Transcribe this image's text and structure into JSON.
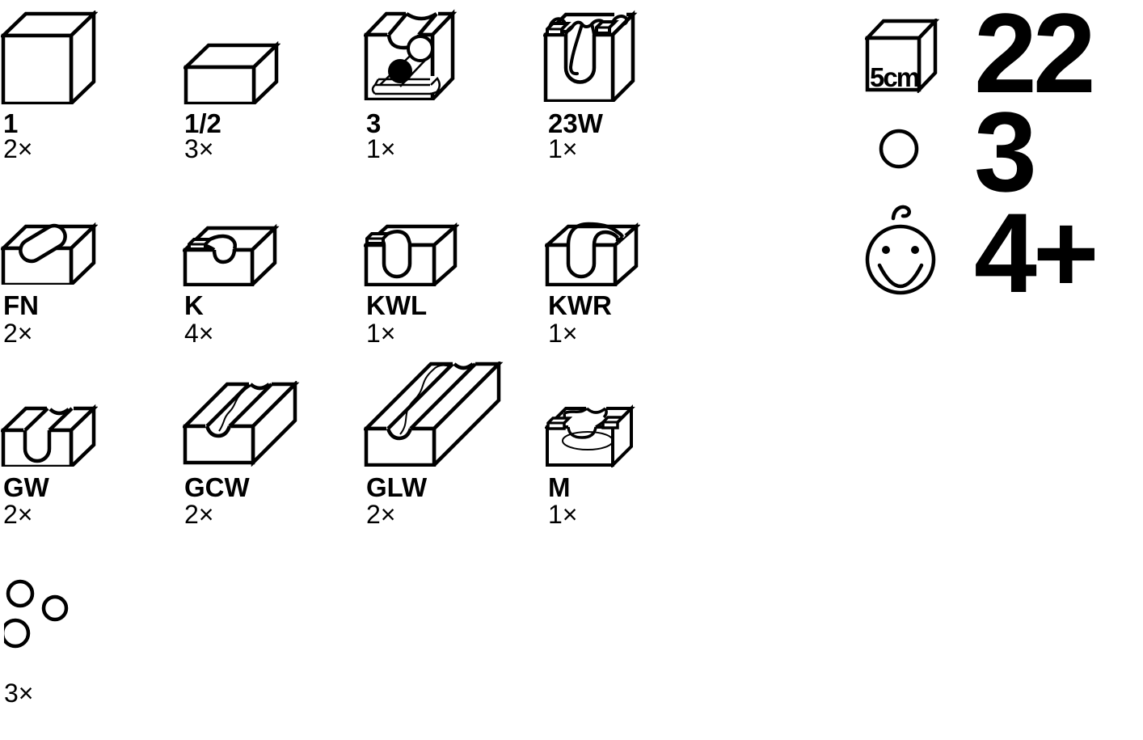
{
  "items": [
    {
      "code": "1",
      "count": "2×"
    },
    {
      "code": "1/2",
      "count": "3×"
    },
    {
      "code": "3",
      "count": "1×"
    },
    {
      "code": "23W",
      "count": "1×"
    },
    {
      "code": "FN",
      "count": "2×"
    },
    {
      "code": "K",
      "count": "4×"
    },
    {
      "code": "KWL",
      "count": "1×"
    },
    {
      "code": "KWR",
      "count": "1×"
    },
    {
      "code": "GW",
      "count": "2×"
    },
    {
      "code": "GCW",
      "count": "2×"
    },
    {
      "code": "GLW",
      "count": "2×"
    },
    {
      "code": "M",
      "count": "1×"
    }
  ],
  "marbles": {
    "count": "3×"
  },
  "summary": {
    "cube_size": "5cm",
    "cube_total": "22",
    "marble_total": "3",
    "age_rating": "4+"
  },
  "colors": {
    "ink": "#000000",
    "background": "#ffffff"
  }
}
